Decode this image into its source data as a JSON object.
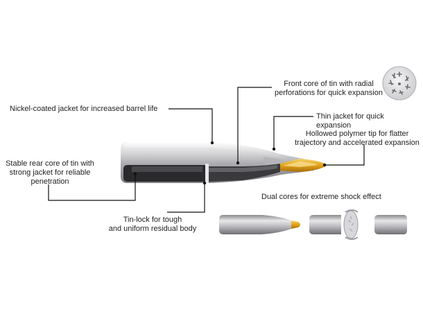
{
  "labels": {
    "front_core": [
      "Front core of tin with radial",
      "perforations for quick expansion"
    ],
    "nickel_jacket": "Nickel-coated jacket for increased barrel life",
    "thin_jacket": "Thin jacket for quick expansion",
    "polymer_tip": [
      "Hollowed polymer tip for flatter",
      "trajectory and accelerated expansion"
    ],
    "rear_core": [
      "Stable rear core of tin with",
      "strong jacket for reliable",
      "penetration"
    ],
    "dual_cores": "Dual cores for extreme shock effect",
    "tin_lock": [
      "Tin-lock for tough",
      "and uniform residual body"
    ]
  },
  "colors": {
    "leader": "#111111",
    "jacket_light": "#e4e4e6",
    "jacket_dark": "#8c8c90",
    "core_dark": "#2a2a2c",
    "tip_gold": "#e0a21a"
  }
}
